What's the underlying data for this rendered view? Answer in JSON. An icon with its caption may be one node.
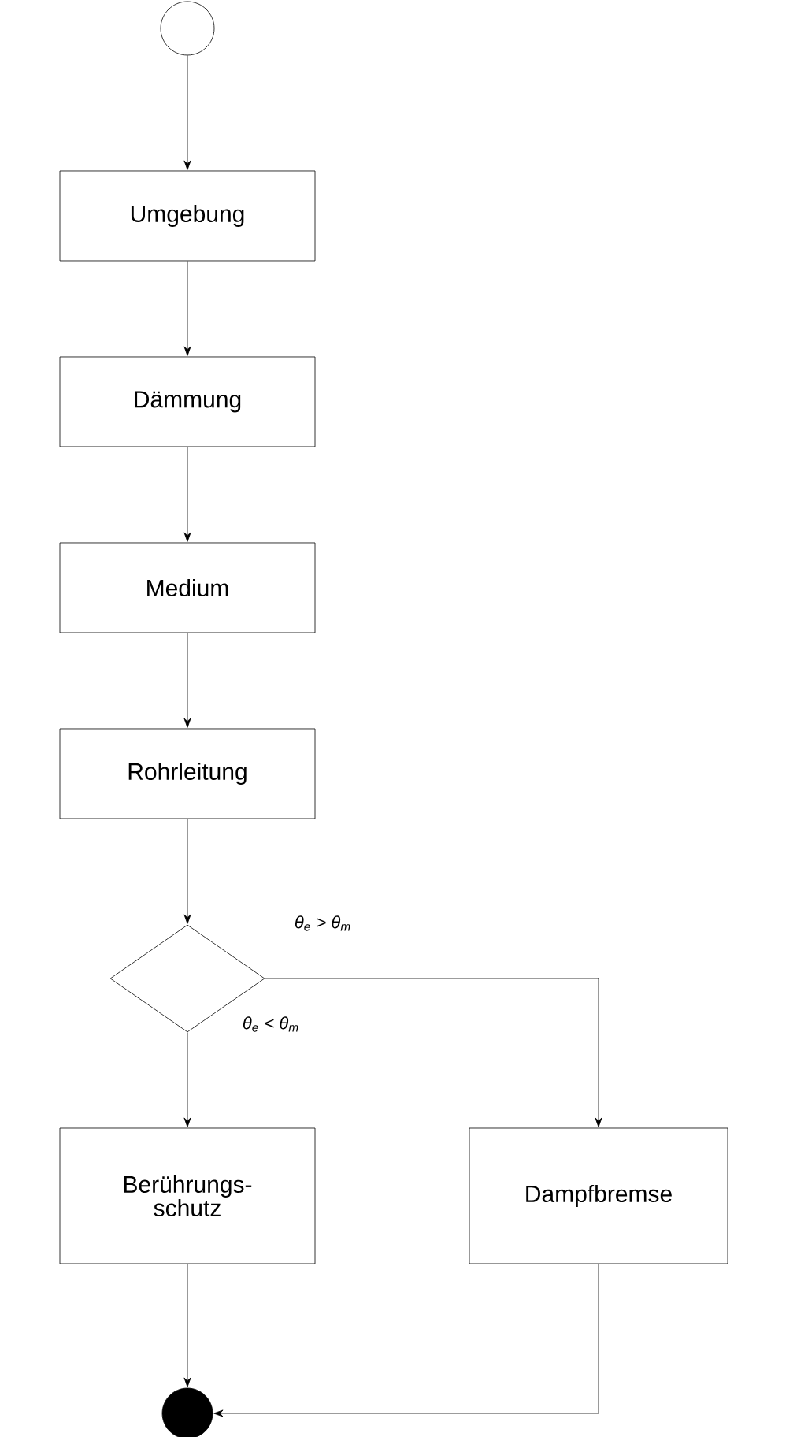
{
  "diagram": {
    "nodes": [
      {
        "text": [],
        "shape": "circle"
      },
      {
        "text": [
          "Umgebung"
        ]
      },
      {
        "text": [
          "Dämmung"
        ]
      },
      {
        "text": [
          "Medium"
        ]
      },
      {
        "text": [
          "Rohrleitung"
        ]
      },
      {
        "text": [],
        "shape": "diamond"
      },
      {
        "text": [
          "Berührungs- schutz"
        ]
      },
      {
        "text": [
          "Dampfbremse"
        ]
      },
      {
        "text": [],
        "shape": "filled-circle"
      }
    ],
    "edges": [
      {
        "from": 0,
        "to": 1,
        "arrow": "to"
      },
      {
        "from": 1,
        "to": 2,
        "arrow": "to"
      },
      {
        "from": 2,
        "to": 3,
        "arrow": "to"
      },
      {
        "from": 3,
        "to": 4,
        "arrow": "to"
      },
      {
        "from": 4,
        "to": 5,
        "arrow": "to"
      },
      {
        "from": 5,
        "to": 6,
        "arrow": "to",
        "label": "θ$_{e}$ < θ$_{m}$"
      },
      {
        "from": 5,
        "to": 7,
        "arrow": "to",
        "label": "θ$_{e}$ > θ$_{m}$"
      },
      {
        "from": 6,
        "to": 8,
        "arrow": "to"
      },
      {
        "from": 7,
        "to": 8,
        "arrow": "to"
      }
    ]
  }
}
